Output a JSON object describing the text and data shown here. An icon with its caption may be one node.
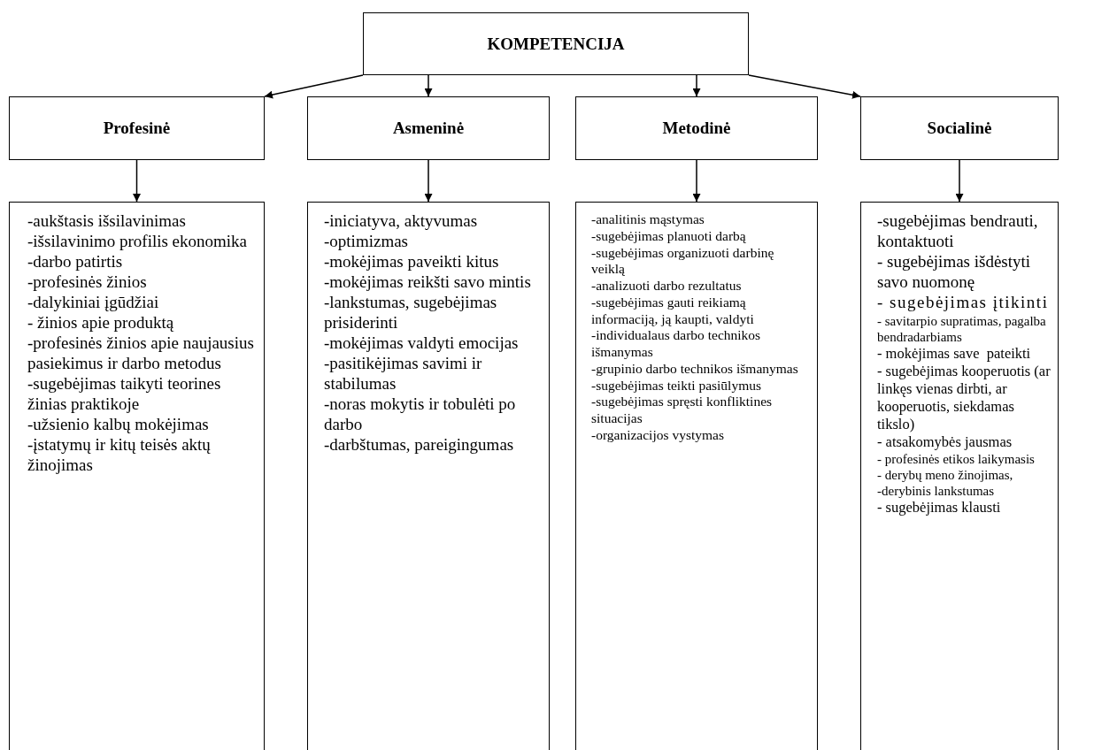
{
  "diagram": {
    "nodes": [
      {
        "text": [
          "KOMPETENCIJA"
        ]
      },
      {
        "text": [
          "Profesinė"
        ]
      },
      {
        "text": [
          "Asmeninė"
        ]
      },
      {
        "text": [
          "Metodinė"
        ]
      },
      {
        "text": [
          "Socialinė"
        ]
      },
      {
        "text": [
          "-aukštasis išsilavinimas",
          "-išsilavinimo profilis ekonomika",
          "-darbo patirtis",
          "-profesinės žinios",
          "-dalykiniai įgūdžiai",
          "- žinios apie produktą",
          "-profesinės žinios apie naujausius pasiekimus ir darbo metodus",
          "-sugebėjimas taikyti teorines žinias praktikoje",
          "-užsienio kalbų mokėjimas",
          "-įstatymų ir kitų teisės aktų žinojimas"
        ]
      },
      {
        "text": [
          "-iniciatyva, aktyvumas",
          "-optimizmas",
          "-mokėjimas paveikti kitus",
          "-mokėjimas reikšti savo mintis",
          "-lankstumas, sugebėjimas prisiderinti",
          "-mokėjimas valdyti emocijas",
          "-pasitikėjimas savimi ir stabilumas",
          "-noras mokytis ir tobulėti po darbo",
          "-darbštumas, pareigingumas"
        ]
      },
      {
        "text": [
          "-analitinis mąstymas",
          "-sugebėjimas planuoti darbą",
          "-sugebėjimas organizuoti darbinę veiklą",
          "-analizuoti darbo rezultatus",
          "-sugebėjimas gauti reikiamą informaciją, ją kaupti, valdyti",
          "-individualaus darbo technikos išmanymas",
          "-grupinio darbo technikos išmanymas",
          "-sugebėjimas teikti pasiūlymus",
          "-sugebėjimas spręsti konfliktines situacijas",
          "-organizacijos vystymas"
        ]
      },
      {
        "text": [
          "-sugebėjimas bendrauti, kontaktuoti",
          "- sugebėjimas išdėstyti savo nuomonę",
          "- sugebėjimas įtikinti",
          "- savitarpio supratimas, pagalba bendradarbiams",
          "- mokėjimas save  pateikti",
          "- sugebėjimas kooperuotis (ar linkęs vienas dirbti, ar kooperuotis, siekdamas tikslo)",
          "- atsakomybės jausmas",
          "- profesinės etikos laikymasis",
          "- derybų meno žinojimas,",
          "-derybinis lankstumas",
          "- sugebėjimas klausti"
        ]
      }
    ],
    "edges": [
      {
        "from": 0,
        "to": 1,
        "arrow": "to"
      },
      {
        "from": 0,
        "to": 2,
        "arrow": "to"
      },
      {
        "from": 0,
        "to": 3,
        "arrow": "to"
      },
      {
        "from": 0,
        "to": 4,
        "arrow": "to"
      },
      {
        "from": 1,
        "to": 5,
        "arrow": "to"
      },
      {
        "from": 2,
        "to": 6,
        "arrow": "to"
      },
      {
        "from": 3,
        "to": 7,
        "arrow": "to"
      },
      {
        "from": 4,
        "to": 8,
        "arrow": "to"
      }
    ]
  }
}
